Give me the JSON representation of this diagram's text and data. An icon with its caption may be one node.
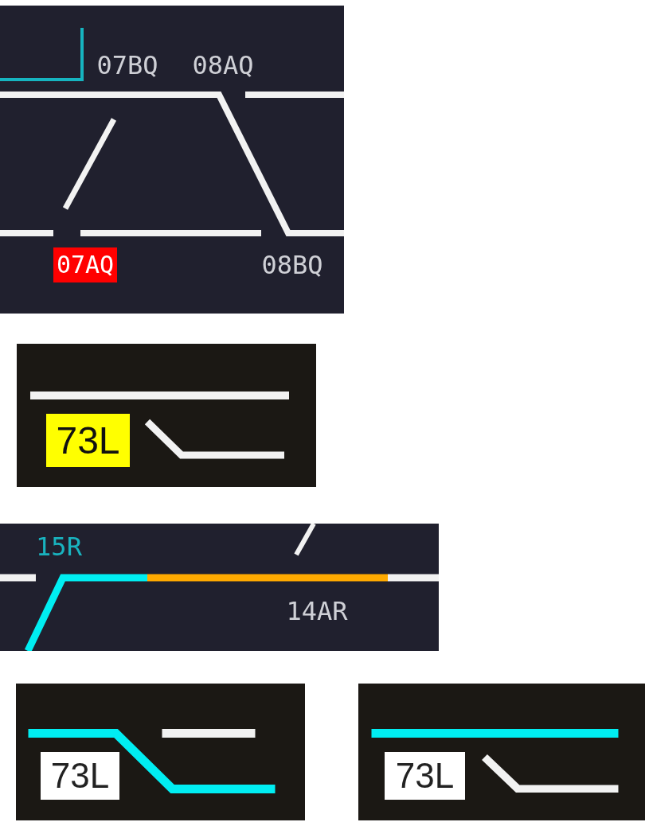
{
  "diagram": {
    "nodes": [
      {
        "text": [
          "07AQ"
        ]
      },
      {
        "text": [
          "73L"
        ]
      },
      {
        "text": [
          "73L"
        ]
      },
      {
        "text": [
          "73L"
        ]
      }
    ],
    "labels": [
      "07BQ",
      "08AQ",
      "08BQ",
      "15R",
      "14AR"
    ]
  }
}
